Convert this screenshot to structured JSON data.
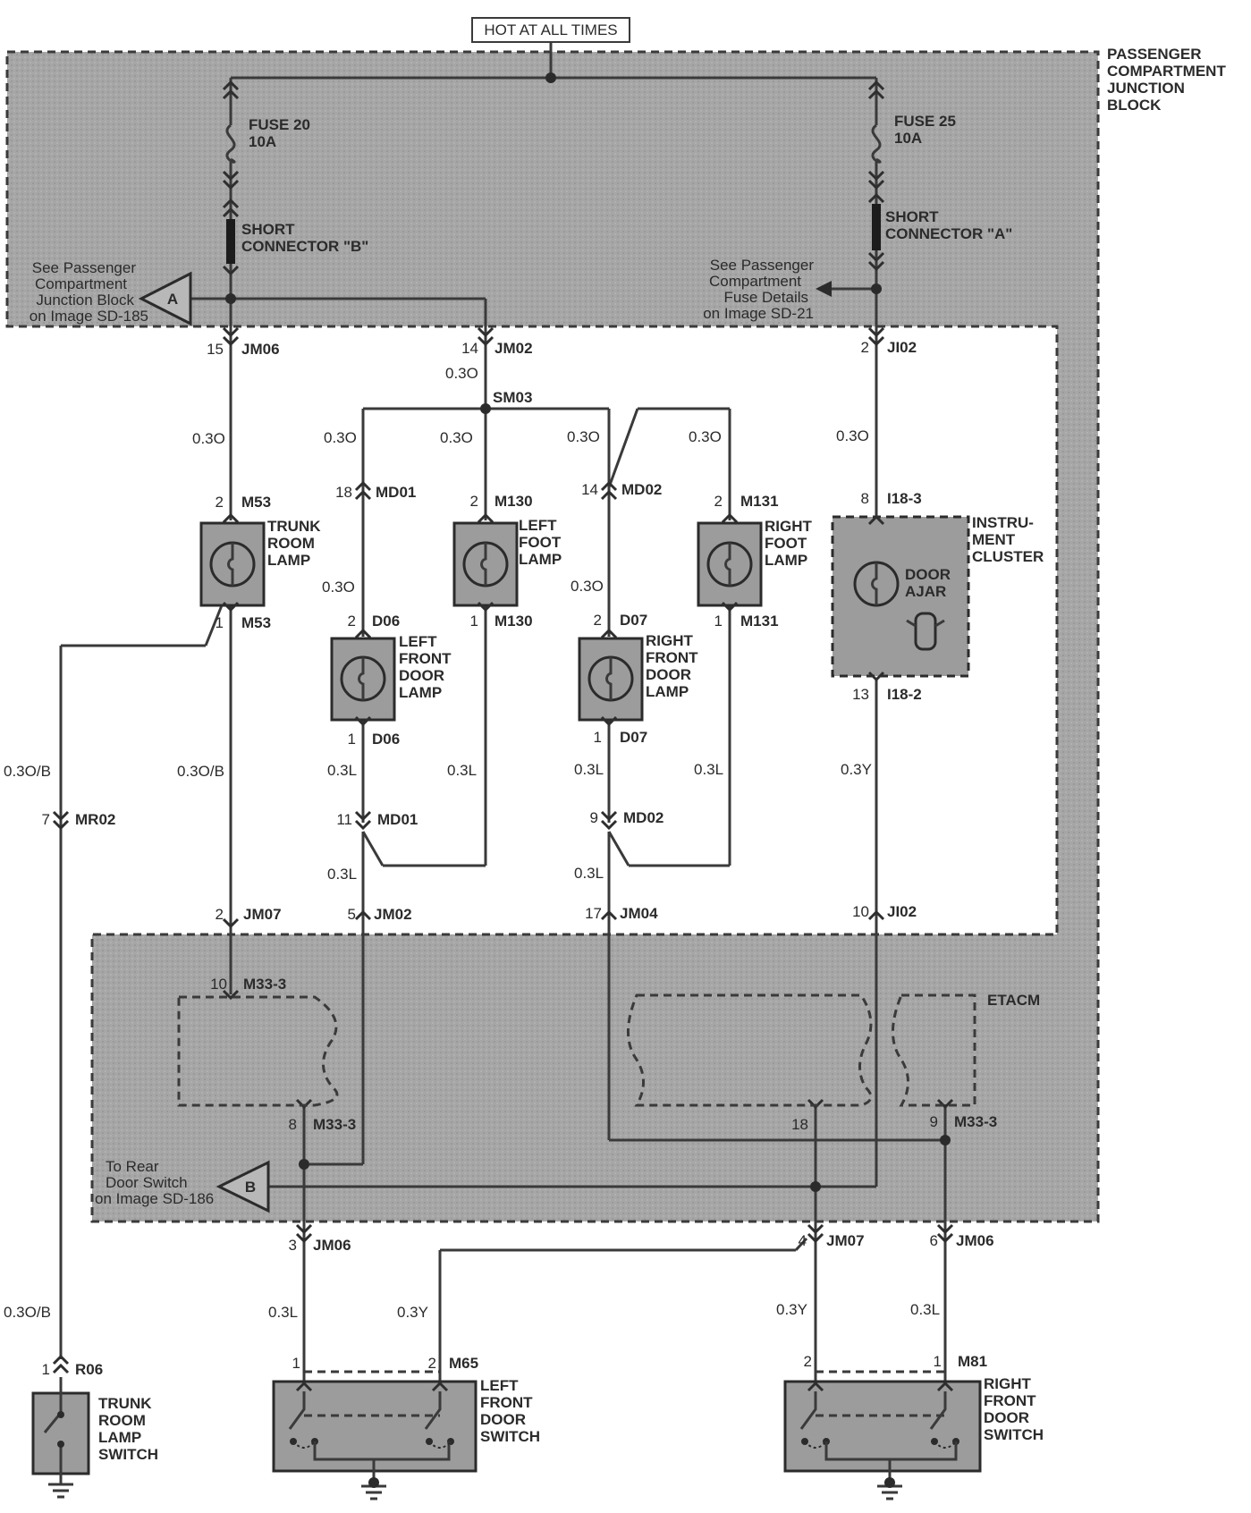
{
  "header": {
    "hot": "HOT AT ALL TIMES"
  },
  "block": {
    "title": [
      "PASSENGER",
      "COMPARTMENT",
      "JUNCTION",
      "BLOCK"
    ]
  },
  "fuses": {
    "f20": [
      "FUSE 20",
      "10A"
    ],
    "f25": [
      "FUSE 25",
      "10A"
    ]
  },
  "shorts": {
    "b": [
      "SHORT",
      "CONNECTOR \"B\""
    ],
    "a": [
      "SHORT",
      "CONNECTOR \"A\""
    ]
  },
  "refs": {
    "a_label": "A",
    "a_text": [
      "See Passenger",
      "Compartment",
      "Junction Block",
      "on Image SD-185"
    ],
    "fuse_text": [
      "See Passenger",
      "Compartment",
      "Fuse Details",
      "on Image SD-21"
    ],
    "b_label": "B",
    "b_text": [
      "To Rear",
      "Door Switch",
      "on Image SD-186"
    ]
  },
  "components": {
    "trunk_lamp": [
      "TRUNK",
      "ROOM",
      "LAMP"
    ],
    "left_foot": [
      "LEFT",
      "FOOT",
      "LAMP"
    ],
    "right_foot": [
      "RIGHT",
      "FOOT",
      "LAMP"
    ],
    "left_front_door_lamp": [
      "LEFT",
      "FRONT",
      "DOOR",
      "LAMP"
    ],
    "right_front_door_lamp": [
      "RIGHT",
      "FRONT",
      "DOOR",
      "LAMP"
    ],
    "cluster": [
      "INSTRU-",
      "MENT",
      "CLUSTER"
    ],
    "door_ajar": [
      "DOOR",
      "AJAR"
    ],
    "etacm": "ETACM",
    "trunk_switch": [
      "TRUNK",
      "ROOM",
      "LAMP",
      "SWITCH"
    ],
    "left_door_switch": [
      "LEFT",
      "FRONT",
      "DOOR",
      "SWITCH"
    ],
    "right_door_switch": [
      "RIGHT",
      "FRONT",
      "DOOR",
      "SWITCH"
    ]
  },
  "connectors": {
    "jm06_top": {
      "pin": "15",
      "name": "JM06"
    },
    "jm02_top": {
      "pin": "14",
      "name": "JM02"
    },
    "ji02_top": {
      "pin": "2",
      "name": "JI02"
    },
    "sm03": {
      "name": "SM03"
    },
    "md01_top": {
      "pin": "18",
      "name": "MD01"
    },
    "md02_top": {
      "pin": "14",
      "name": "MD02"
    },
    "m53_top": {
      "pin": "2",
      "name": "M53"
    },
    "m53_bot": {
      "pin": "1",
      "name": "M53"
    },
    "m130_top": {
      "pin": "2",
      "name": "M130"
    },
    "m130_bot": {
      "pin": "1",
      "name": "M130"
    },
    "m131_top": {
      "pin": "2",
      "name": "M131"
    },
    "m131_bot": {
      "pin": "1",
      "name": "M131"
    },
    "i18_3": {
      "pin": "8",
      "name": "I18-3"
    },
    "i18_2": {
      "pin": "13",
      "name": "I18-2"
    },
    "d06_top": {
      "pin": "2",
      "name": "D06"
    },
    "d06_bot": {
      "pin": "1",
      "name": "D06"
    },
    "d07_top": {
      "pin": "2",
      "name": "D07"
    },
    "d07_bot": {
      "pin": "1",
      "name": "D07"
    },
    "mr02": {
      "pin": "7",
      "name": "MR02"
    },
    "md01_bot": {
      "pin": "11",
      "name": "MD01"
    },
    "md02_bot": {
      "pin": "9",
      "name": "MD02"
    },
    "jm07_mid": {
      "pin": "2",
      "name": "JM07"
    },
    "jm02_mid": {
      "pin": "5",
      "name": "JM02"
    },
    "jm04_mid": {
      "pin": "17",
      "name": "JM04"
    },
    "ji02_mid": {
      "pin": "10",
      "name": "JI02"
    },
    "m33_10": {
      "pin": "10",
      "name": "M33-3"
    },
    "m33_8": {
      "pin": "8",
      "name": "M33-3"
    },
    "pin18": {
      "pin": "18"
    },
    "m33_9": {
      "pin": "9",
      "name": "M33-3"
    },
    "jm06_b3": {
      "pin": "3",
      "name": "JM06"
    },
    "jm07_b4": {
      "pin": "4",
      "name": "JM07"
    },
    "jm06_b6": {
      "pin": "6",
      "name": "JM06"
    },
    "r06": {
      "pin": "1",
      "name": "R06"
    },
    "m65_1": {
      "pin": "1"
    },
    "m65_2": {
      "pin": "2",
      "name": "M65"
    },
    "m81_2": {
      "pin": "2"
    },
    "m81_1": {
      "pin": "1",
      "name": "M81"
    }
  },
  "wires": {
    "w1": "0.3O",
    "w2": "0.3O",
    "w3": "0.3O",
    "w4": "0.3O",
    "w5": "0.3O",
    "w6": "0.3O",
    "w7": "0.3O",
    "w8": "0.3O",
    "w9": "0.3O",
    "w10": "0.3O/B",
    "w11": "0.3O/B",
    "w12": "0.3L",
    "w13": "0.3L",
    "w14": "0.3L",
    "w15": "0.3L",
    "w16": "0.3Y",
    "w17": "0.3L",
    "w18": "0.3L",
    "w19": "0.3O/B",
    "w20": "0.3L",
    "w21": "0.3Y",
    "w22": "0.3Y",
    "w23": "0.3L"
  }
}
